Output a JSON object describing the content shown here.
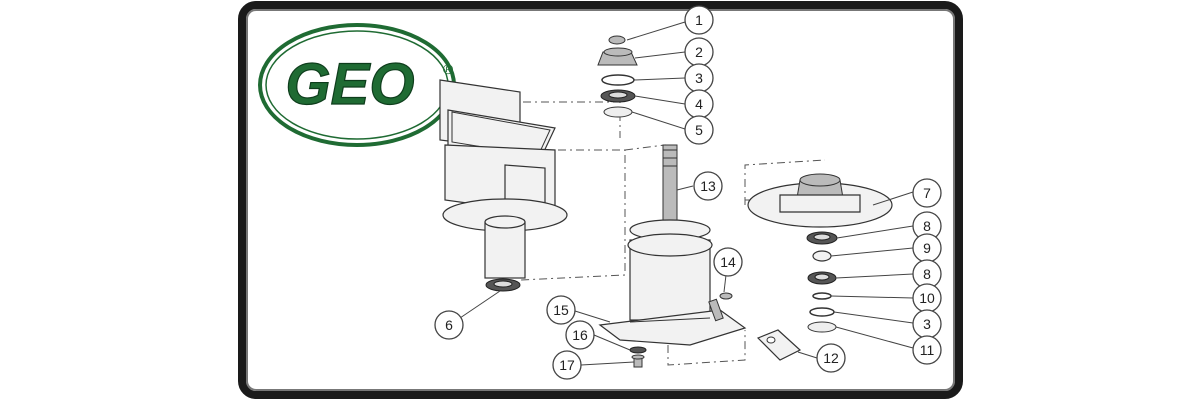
{
  "brand": {
    "logo_text": "GEO",
    "registered_mark": "®",
    "logo_color": "#1f6b33"
  },
  "callouts": [
    {
      "id": "c1",
      "label": "1"
    },
    {
      "id": "c2",
      "label": "2"
    },
    {
      "id": "c3a",
      "label": "3"
    },
    {
      "id": "c4",
      "label": "4"
    },
    {
      "id": "c5",
      "label": "5"
    },
    {
      "id": "c6",
      "label": "6"
    },
    {
      "id": "c7",
      "label": "7"
    },
    {
      "id": "c8a",
      "label": "8"
    },
    {
      "id": "c9",
      "label": "9"
    },
    {
      "id": "c8b",
      "label": "8"
    },
    {
      "id": "c10",
      "label": "10"
    },
    {
      "id": "c3b",
      "label": "3"
    },
    {
      "id": "c11",
      "label": "11"
    },
    {
      "id": "c12",
      "label": "12"
    },
    {
      "id": "c13",
      "label": "13"
    },
    {
      "id": "c14",
      "label": "14"
    },
    {
      "id": "c15",
      "label": "15"
    },
    {
      "id": "c16",
      "label": "16"
    },
    {
      "id": "c17",
      "label": "17"
    }
  ]
}
